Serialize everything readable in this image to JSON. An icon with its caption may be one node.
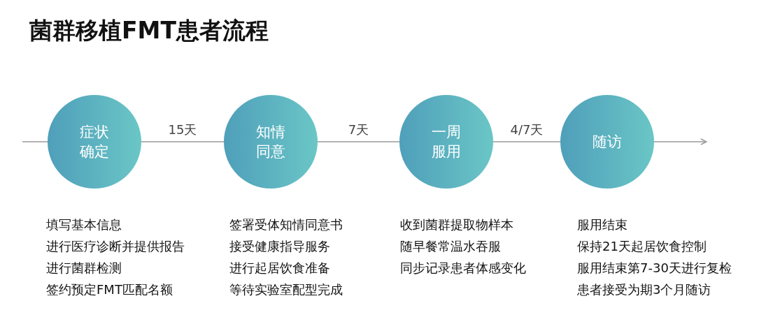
{
  "diagram": {
    "title": "菌群移植FMT患者流程",
    "nodes": [
      {
        "text": [
          "症状确定"
        ],
        "beside": [
          "填写基本信息",
          "进行医疗诊断并提供报告",
          "进行菌群检测",
          "签约预定FMT匹配名额"
        ]
      },
      {
        "text": [
          "知情同意"
        ],
        "beside": [
          "签署受体知情同意书",
          "接受健康指导服务",
          "进行起居饮食准备",
          "等待实验室配型完成"
        ]
      },
      {
        "text": [
          "一周服用"
        ],
        "beside": [
          "收到菌群提取物样本",
          "随早餐常温水吞服",
          "同步记录患者体感变化"
        ]
      },
      {
        "text": [
          "随访"
        ],
        "beside": [
          "服用结束",
          "保持21天起居饮食控制",
          "服用结束第7-30天进行复检",
          "患者接受为期3个月随访"
        ]
      }
    ],
    "edges": [
      {
        "from": null,
        "to": 0,
        "arrow": "none"
      },
      {
        "from": 0,
        "to": 1,
        "arrow": "none",
        "label": "15天"
      },
      {
        "from": 1,
        "to": 2,
        "arrow": "none",
        "label": "7天"
      },
      {
        "from": 2,
        "to": 3,
        "arrow": "none",
        "label": "4/7天"
      },
      {
        "from": 3,
        "to": null,
        "arrow": "to"
      }
    ]
  }
}
